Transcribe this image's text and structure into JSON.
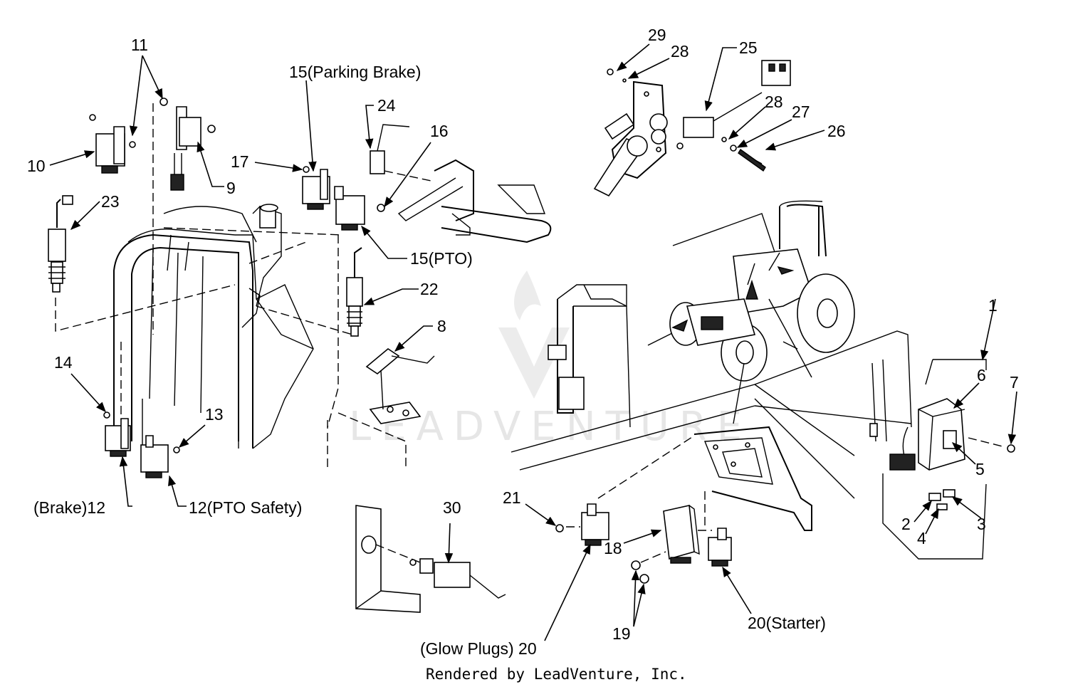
{
  "callouts": {
    "c1": "1",
    "c2": "2",
    "c3": "3",
    "c4": "4",
    "c5": "5",
    "c6": "6",
    "c7": "7",
    "c8": "8",
    "c9": "9",
    "c10": "10",
    "c11": "11",
    "c12_brake": "(Brake)12",
    "c12_pto": "12(PTO Safety)",
    "c13": "13",
    "c14": "14",
    "c15_pb": "15(Parking Brake)",
    "c15_pto": "15(PTO)",
    "c16": "16",
    "c17": "17",
    "c18": "18",
    "c19": "19",
    "c20_glow": "(Glow Plugs) 20",
    "c20_starter": "20(Starter)",
    "c21": "21",
    "c22": "22",
    "c23": "23",
    "c24": "24",
    "c25": "25",
    "c26": "26",
    "c27": "27",
    "c28a": "28",
    "c28b": "28",
    "c29": "29",
    "c30": "30"
  },
  "watermark": "LEADVENTURE",
  "footer": "Rendered by LeadVenture, Inc."
}
